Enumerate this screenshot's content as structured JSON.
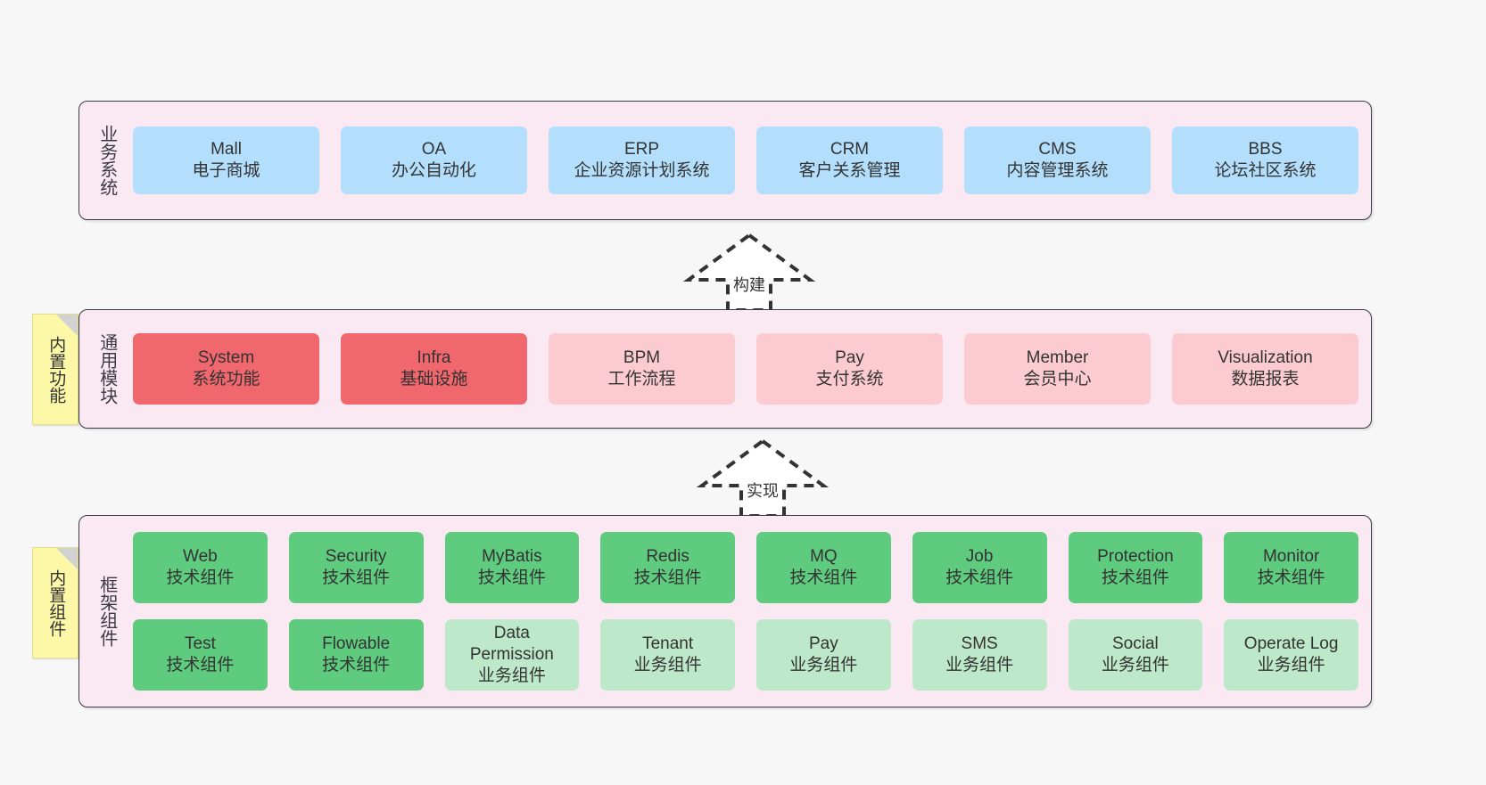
{
  "diagram": {
    "background_color": "#f7f7f7",
    "band_fill": "#fae9f2",
    "band_border": "#3b3b47"
  },
  "notes": [
    {
      "id": "built-in-functions",
      "text": "内置功能",
      "color": "#fcf8a8"
    },
    {
      "id": "built-in-components",
      "text": "内置组件",
      "color": "#fcf8a8"
    }
  ],
  "connectors": [
    {
      "id": "build",
      "label": "构建",
      "style": "dashed-hollow-arrow",
      "direction": "up"
    },
    {
      "id": "implement",
      "label": "实现",
      "style": "dashed-hollow-arrow",
      "direction": "up"
    }
  ],
  "bands": {
    "business": {
      "title": "业务系统",
      "color": "#b3dffc",
      "items": [
        {
          "name": "Mall",
          "desc": "电子商城"
        },
        {
          "name": "OA",
          "desc": "办公自动化"
        },
        {
          "name": "ERP",
          "desc": "企业资源计划系统"
        },
        {
          "name": "CRM",
          "desc": "客户关系管理"
        },
        {
          "name": "CMS",
          "desc": "内容管理系统"
        },
        {
          "name": "BBS",
          "desc": "论坛社区系统"
        }
      ]
    },
    "modules": {
      "title": "通用模块",
      "color_primary": "#f0676d",
      "color_secondary": "#fccbd1",
      "items": [
        {
          "name": "System",
          "desc": "系统功能",
          "variant": "red"
        },
        {
          "name": "Infra",
          "desc": "基础设施",
          "variant": "red"
        },
        {
          "name": "BPM",
          "desc": "工作流程",
          "variant": "pinklite"
        },
        {
          "name": "Pay",
          "desc": "支付系统",
          "variant": "pinklite"
        },
        {
          "name": "Member",
          "desc": "会员中心",
          "variant": "pinklite"
        },
        {
          "name": "Visualization",
          "desc": "数据报表",
          "variant": "pinklite"
        }
      ]
    },
    "framework": {
      "title": "框架组件",
      "color_primary": "#5ecb7f",
      "color_secondary": "#bde8c9",
      "row1": [
        {
          "name": "Web",
          "desc": "技术组件",
          "variant": "green"
        },
        {
          "name": "Security",
          "desc": "技术组件",
          "variant": "green"
        },
        {
          "name": "MyBatis",
          "desc": "技术组件",
          "variant": "green"
        },
        {
          "name": "Redis",
          "desc": "技术组件",
          "variant": "green"
        },
        {
          "name": "MQ",
          "desc": "技术组件",
          "variant": "green"
        },
        {
          "name": "Job",
          "desc": "技术组件",
          "variant": "green"
        },
        {
          "name": "Protection",
          "desc": "技术组件",
          "variant": "green"
        },
        {
          "name": "Monitor",
          "desc": "技术组件",
          "variant": "green"
        }
      ],
      "row2": [
        {
          "name": "Test",
          "desc": "技术组件",
          "variant": "green"
        },
        {
          "name": "Flowable",
          "desc": "技术组件",
          "variant": "green"
        },
        {
          "name": "Data Permission",
          "desc": "业务组件",
          "variant": "greenlite",
          "wrap": true
        },
        {
          "name": "Tenant",
          "desc": "业务组件",
          "variant": "greenlite"
        },
        {
          "name": "Pay",
          "desc": "业务组件",
          "variant": "greenlite"
        },
        {
          "name": "SMS",
          "desc": "业务组件",
          "variant": "greenlite"
        },
        {
          "name": "Social",
          "desc": "业务组件",
          "variant": "greenlite"
        },
        {
          "name": "Operate Log",
          "desc": "业务组件",
          "variant": "greenlite"
        }
      ]
    }
  }
}
